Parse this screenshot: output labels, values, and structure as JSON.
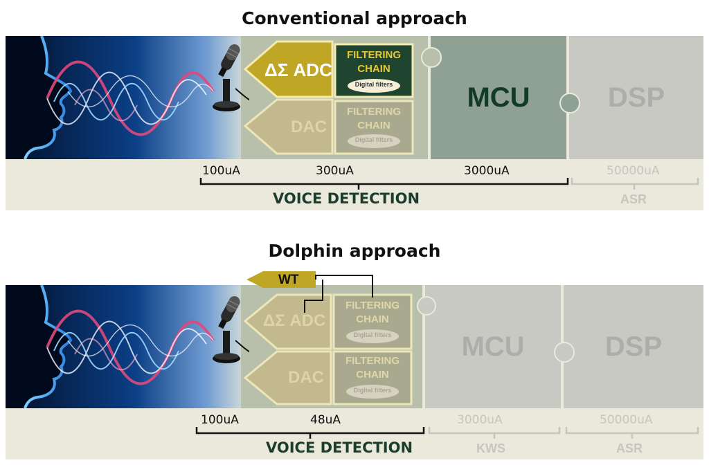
{
  "conventional": {
    "title": "Conventional approach",
    "adc_label": "ΔΣ ADC",
    "dac_label": "DAC",
    "filter_top": {
      "line1": "FILTERING",
      "line2": "CHAIN",
      "pill": "Digital filters"
    },
    "filter_bottom": {
      "line1": "FILTERING",
      "line2": "CHAIN",
      "pill": "Digital filters"
    },
    "mcu_label": "MCU",
    "dsp_label": "DSP",
    "currents": {
      "mic": "100uA",
      "codec": "300uA",
      "mcu": "3000uA",
      "dsp": "50000uA"
    },
    "bracket_label": "VOICE DETECTION",
    "dsp_sub_label": "ASR"
  },
  "dolphin": {
    "title": "Dolphin approach",
    "wt_label": "WT",
    "adc_label": "ΔΣ ADC",
    "dac_label": "DAC",
    "filter_top": {
      "line1": "FILTERING",
      "line2": "CHAIN",
      "pill": "Digital filters"
    },
    "filter_bottom": {
      "line1": "FILTERING",
      "line2": "CHAIN",
      "pill": "Digital filters"
    },
    "mcu_label": "MCU",
    "dsp_label": "DSP",
    "currents": {
      "mic": "100uA",
      "codec": "48uA",
      "mcu": "3000uA",
      "dsp": "50000uA"
    },
    "bracket_label": "VOICE DETECTION",
    "mcu_sub_label": "KWS",
    "dsp_sub_label": "ASR"
  },
  "colors": {
    "band": "#ebe8dc",
    "codec_bg": "#b8c0ac",
    "adc_active": "#c0a625",
    "filter_active": "#1f4430",
    "mcu_active": "#8ea193",
    "mcu_text": "#143a28",
    "dsp_inactive": "#c9c9c4",
    "dsp_text": "#adadaa",
    "faded_fill": "#c2b98f",
    "faded_text": "#ddd5a8"
  }
}
